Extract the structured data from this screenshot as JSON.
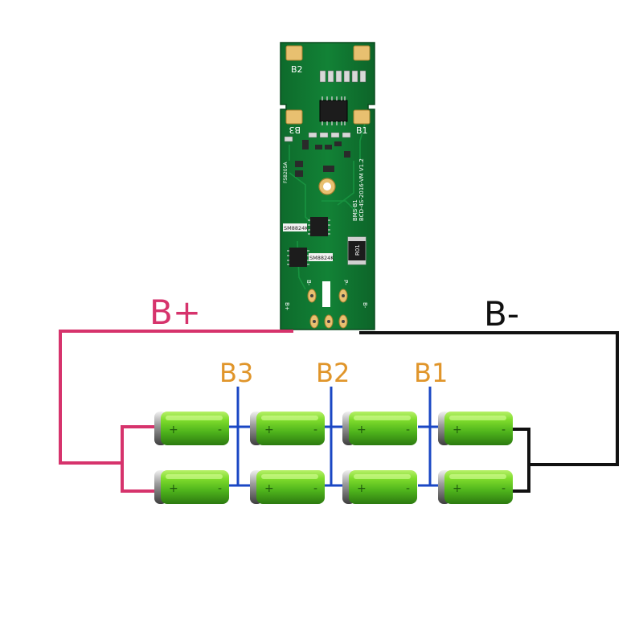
{
  "pcb": {
    "pad_labels": [
      "B2",
      "B3",
      "B1"
    ],
    "board_text": "BCD-4S-2016-VM V1.2",
    "board_text_2": "BMS-B1",
    "resistor_code": "R01",
    "chip_text_1": "SM8824K",
    "chip_text_2": "SM8824K",
    "side_text": "FS8205A",
    "terminal_labels": [
      "B-",
      "P-",
      "B+"
    ]
  },
  "wires": {
    "positive_label": "B+",
    "negative_label": "B-",
    "positive_color": "#d6336c",
    "negative_color": "#111111",
    "balance_color": "#1a47c4"
  },
  "taps": {
    "labels": [
      "B3",
      "B2",
      "B1"
    ],
    "color": "#e0952a"
  },
  "cells": {
    "rows": 2,
    "cols": 4,
    "plus_sign": "+",
    "minus_sign": "-",
    "body_color": "#6fd02a"
  }
}
